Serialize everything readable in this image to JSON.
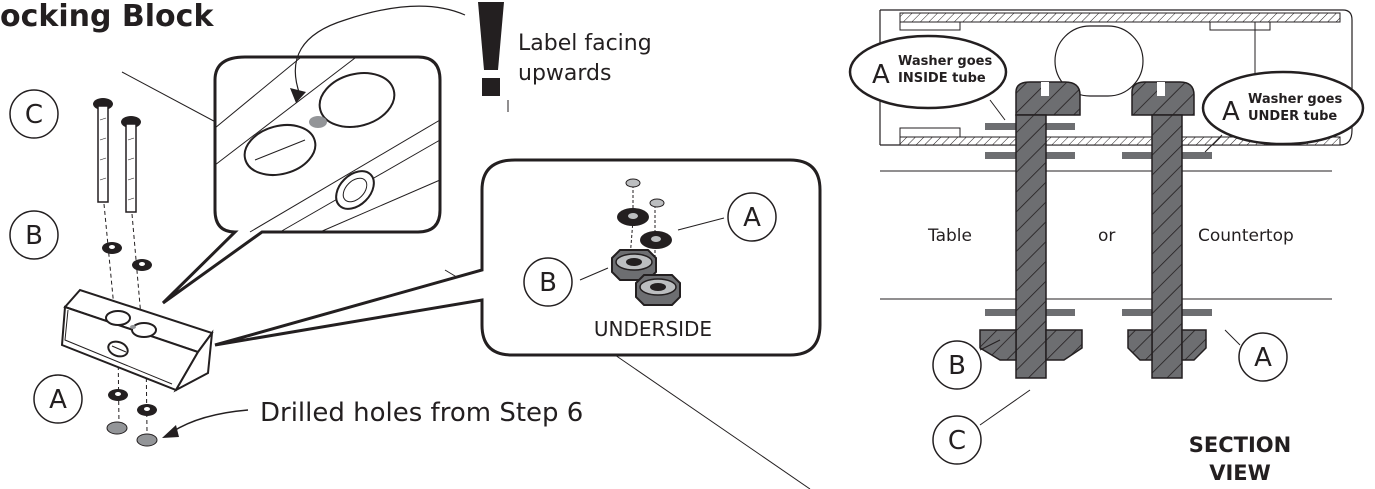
{
  "title": "ocking Block",
  "callouts": {
    "label_facing": [
      "Label facing",
      "upwards"
    ],
    "underside": "UNDERSIDE",
    "drilled_holes": "Drilled holes from Step 6"
  },
  "parts": {
    "a": "A",
    "b": "B",
    "c": "C"
  },
  "section": {
    "washer_inside": [
      "Washer goes",
      "INSIDE tube"
    ],
    "washer_under": [
      "Washer goes",
      "UNDER tube"
    ],
    "table": "Table",
    "or": "or",
    "countertop": "Countertop",
    "view_title": [
      "SECTION",
      "VIEW"
    ]
  },
  "colors": {
    "ink": "#231f20",
    "bolt_gray": "#6d6e71",
    "light_gray": "#bcbec0",
    "mid_gray": "#939598"
  }
}
